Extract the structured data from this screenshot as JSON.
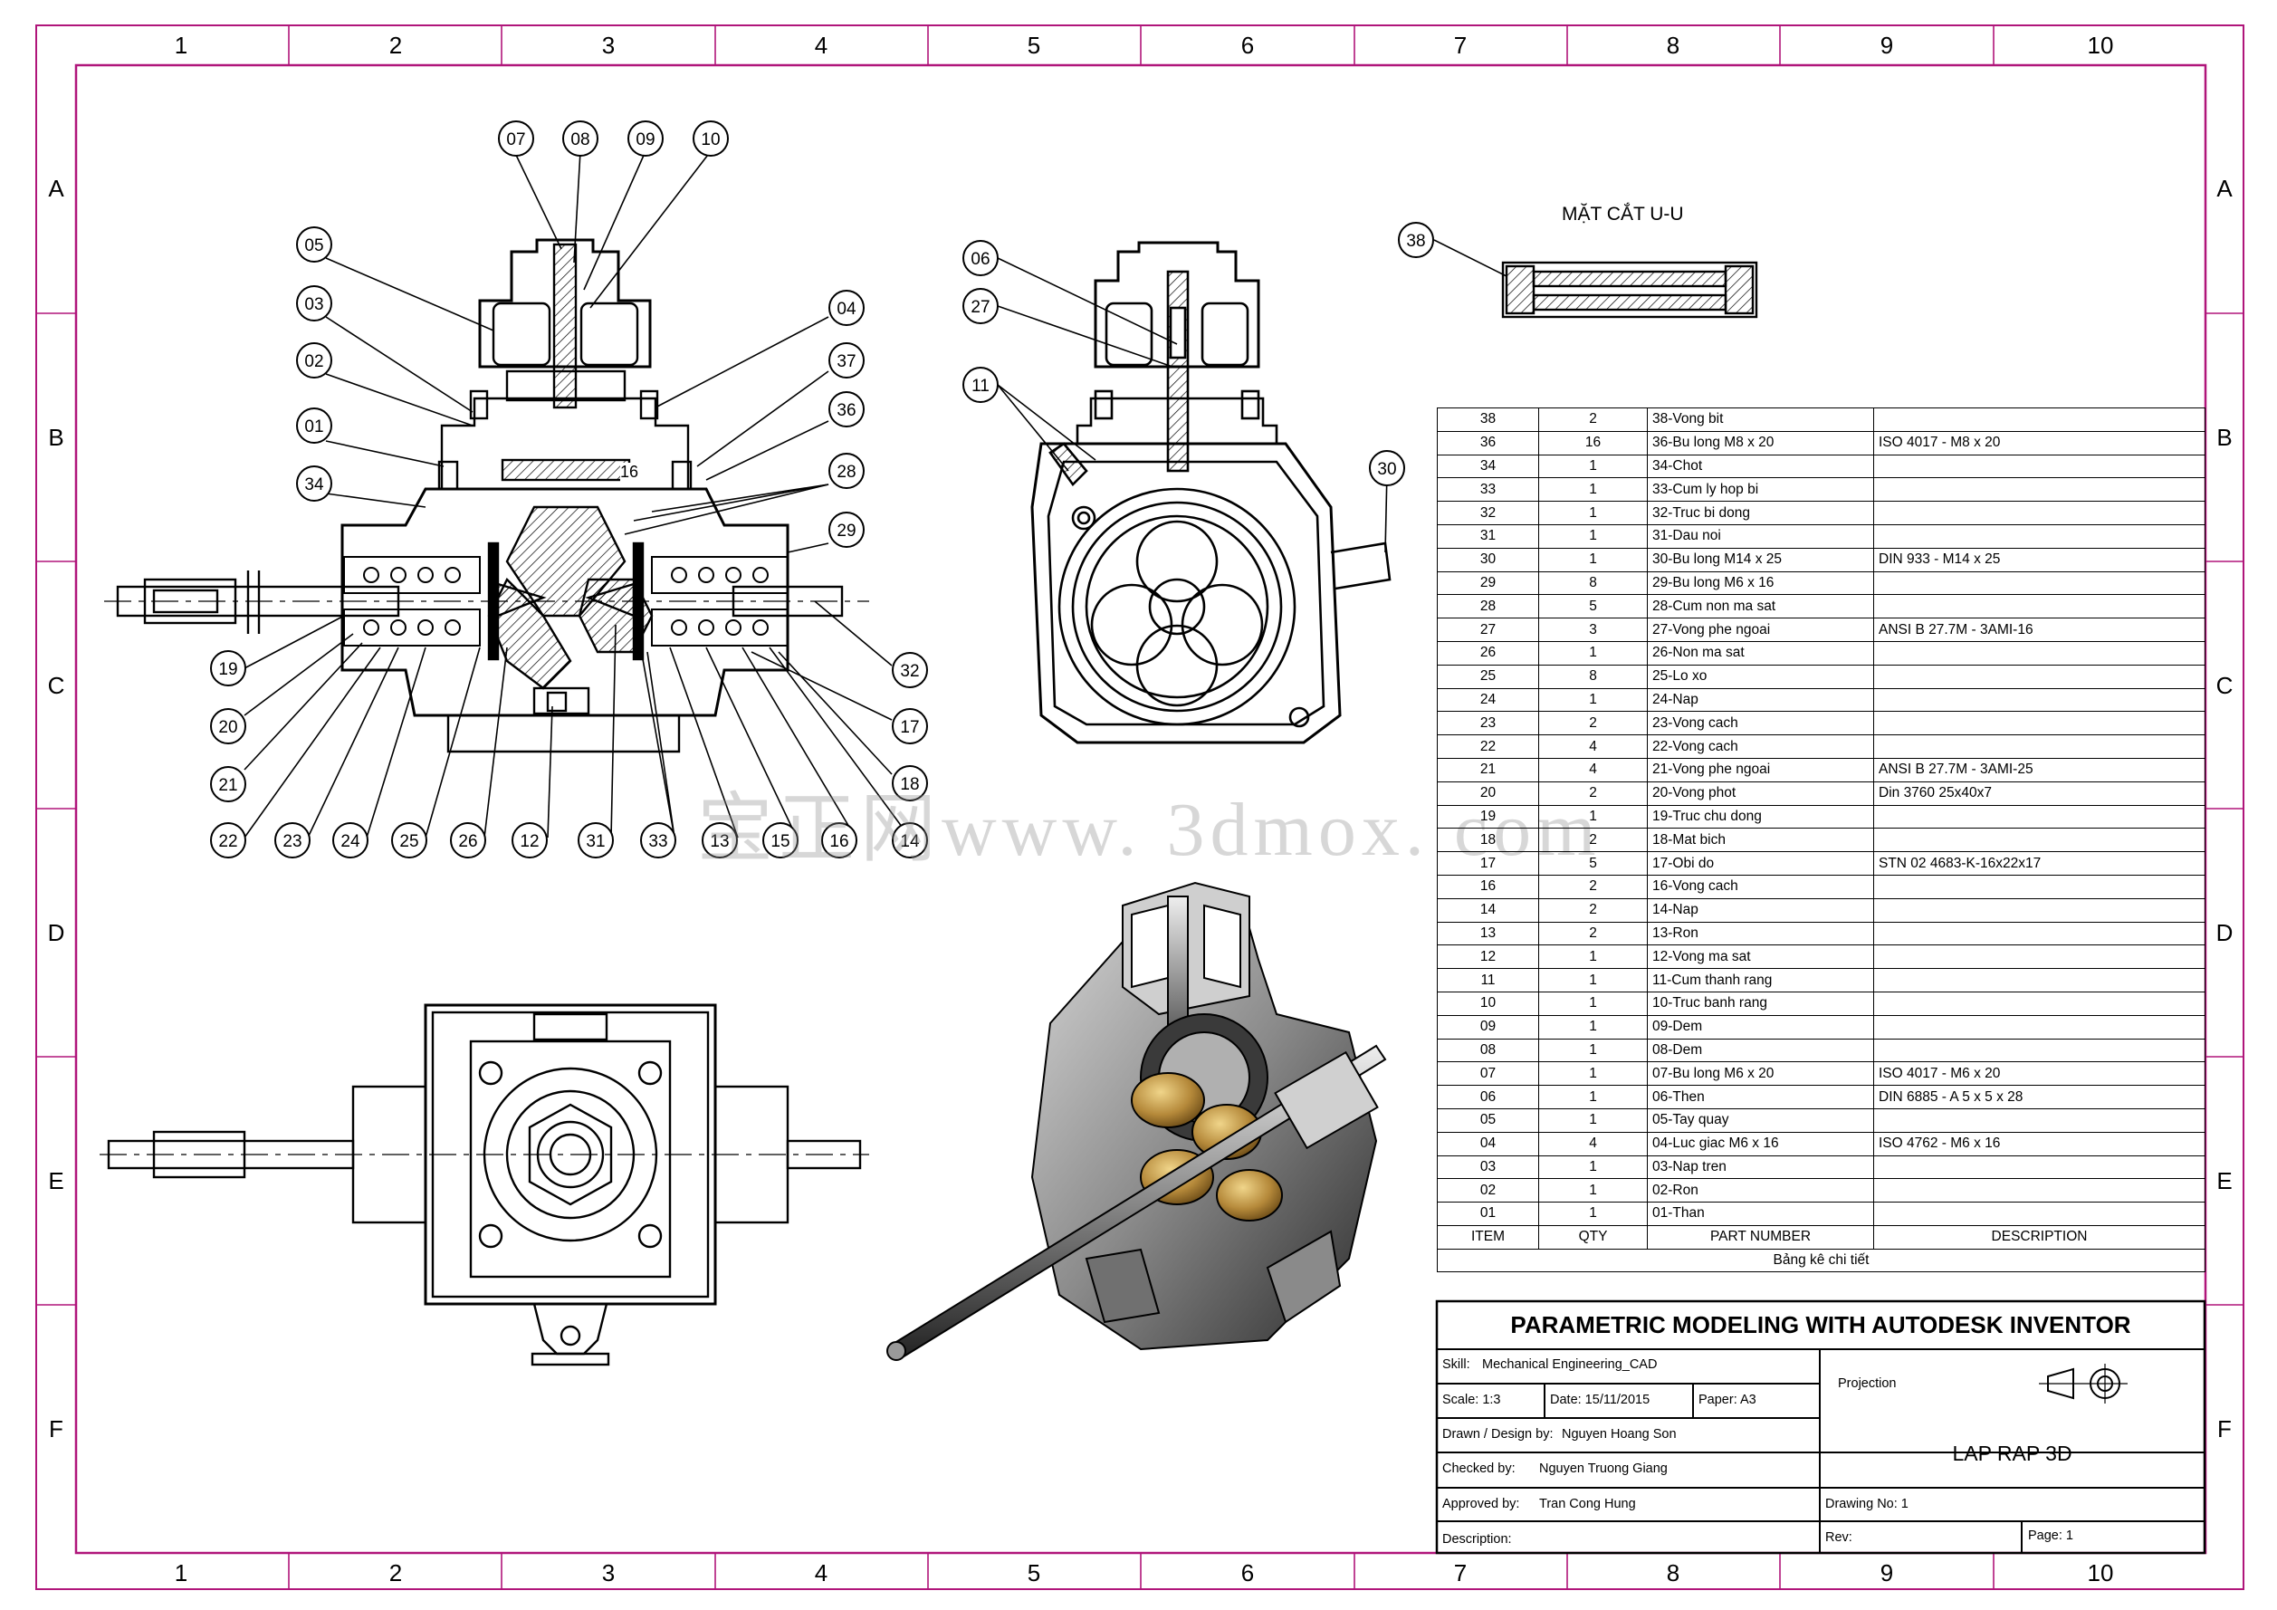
{
  "border": {
    "columns": [
      "1",
      "2",
      "3",
      "4",
      "5",
      "6",
      "7",
      "8",
      "9",
      "10"
    ],
    "rows": [
      "A",
      "B",
      "C",
      "D",
      "E",
      "F"
    ]
  },
  "section_view": {
    "title": "MẶT CẮT U-U",
    "callout": "38"
  },
  "front_view": {
    "callouts_top": [
      "07",
      "08",
      "09",
      "10"
    ],
    "callouts_left": [
      "05",
      "03",
      "02",
      "01",
      "34",
      "19",
      "20",
      "21"
    ],
    "callouts_right": [
      "04",
      "37",
      "36",
      "28",
      "29",
      "32",
      "17",
      "18"
    ],
    "callouts_bottom": [
      "22",
      "23",
      "24",
      "25",
      "26",
      "12",
      "31",
      "33",
      "13",
      "15",
      "16",
      "14"
    ],
    "inline_label": "16"
  },
  "side_view": {
    "callouts": [
      "06",
      "27",
      "11",
      "30"
    ]
  },
  "bom": {
    "rows": [
      {
        "item": "38",
        "qty": "2",
        "part": "38-Vong bit",
        "desc": ""
      },
      {
        "item": "36",
        "qty": "16",
        "part": "36-Bu long M8 x 20",
        "desc": "ISO 4017 - M8 x 20"
      },
      {
        "item": "34",
        "qty": "1",
        "part": "34-Chot",
        "desc": ""
      },
      {
        "item": "33",
        "qty": "1",
        "part": "33-Cum ly hop bi",
        "desc": ""
      },
      {
        "item": "32",
        "qty": "1",
        "part": "32-Truc bi dong",
        "desc": ""
      },
      {
        "item": "31",
        "qty": "1",
        "part": "31-Dau noi",
        "desc": ""
      },
      {
        "item": "30",
        "qty": "1",
        "part": "30-Bu long M14  x 25",
        "desc": "DIN 933 - M14  x 25"
      },
      {
        "item": "29",
        "qty": "8",
        "part": "29-Bu long M6 x 16",
        "desc": ""
      },
      {
        "item": "28",
        "qty": "5",
        "part": "28-Cum non ma sat",
        "desc": ""
      },
      {
        "item": "27",
        "qty": "3",
        "part": "27-Vong phe ngoai",
        "desc": "ANSI B 27.7M - 3AMI-16"
      },
      {
        "item": "26",
        "qty": "1",
        "part": "26-Non ma sat",
        "desc": ""
      },
      {
        "item": "25",
        "qty": "8",
        "part": "25-Lo xo",
        "desc": ""
      },
      {
        "item": "24",
        "qty": "1",
        "part": "24-Nap",
        "desc": ""
      },
      {
        "item": "23",
        "qty": "2",
        "part": "23-Vong cach",
        "desc": ""
      },
      {
        "item": "22",
        "qty": "4",
        "part": "22-Vong cach",
        "desc": ""
      },
      {
        "item": "21",
        "qty": "4",
        "part": "21-Vong phe ngoai",
        "desc": "ANSI B 27.7M - 3AMI-25"
      },
      {
        "item": "20",
        "qty": "2",
        "part": "20-Vong phot",
        "desc": "Din 3760 25x40x7"
      },
      {
        "item": "19",
        "qty": "1",
        "part": "19-Truc chu dong",
        "desc": ""
      },
      {
        "item": "18",
        "qty": "2",
        "part": "18-Mat bich",
        "desc": ""
      },
      {
        "item": "17",
        "qty": "5",
        "part": "17-Obi do",
        "desc": "STN 02 4683-K-16x22x17"
      },
      {
        "item": "16",
        "qty": "2",
        "part": "16-Vong cach",
        "desc": ""
      },
      {
        "item": "14",
        "qty": "2",
        "part": "14-Nap",
        "desc": ""
      },
      {
        "item": "13",
        "qty": "2",
        "part": "13-Ron",
        "desc": ""
      },
      {
        "item": "12",
        "qty": "1",
        "part": "12-Vong ma sat",
        "desc": ""
      },
      {
        "item": "11",
        "qty": "1",
        "part": "11-Cum thanh rang",
        "desc": ""
      },
      {
        "item": "10",
        "qty": "1",
        "part": "10-Truc banh rang",
        "desc": ""
      },
      {
        "item": "09",
        "qty": "1",
        "part": "09-Dem",
        "desc": ""
      },
      {
        "item": "08",
        "qty": "1",
        "part": "08-Dem",
        "desc": ""
      },
      {
        "item": "07",
        "qty": "1",
        "part": "07-Bu long M6 x 20",
        "desc": "ISO 4017 - M6 x 20"
      },
      {
        "item": "06",
        "qty": "1",
        "part": "06-Then",
        "desc": "DIN 6885 - A 5 x 5 x 28"
      },
      {
        "item": "05",
        "qty": "1",
        "part": "05-Tay quay",
        "desc": ""
      },
      {
        "item": "04",
        "qty": "4",
        "part": "04-Luc giac M6 x 16",
        "desc": "ISO 4762 - M6 x 16"
      },
      {
        "item": "03",
        "qty": "1",
        "part": "03-Nap tren",
        "desc": ""
      },
      {
        "item": "02",
        "qty": "1",
        "part": "02-Ron",
        "desc": ""
      },
      {
        "item": "01",
        "qty": "1",
        "part": "01-Than",
        "desc": ""
      }
    ],
    "header": {
      "item": "ITEM",
      "qty": "QTY",
      "part": "PART NUMBER",
      "desc": "DESCRIPTION"
    },
    "caption": "Bảng kê chi tiết"
  },
  "title_block": {
    "title": "PARAMETRIC MODELING WITH AUTODESK INVENTOR",
    "skill_label": "Skill:",
    "skill": "Mechanical Engineering_CAD",
    "scale": "Scale: 1:3",
    "date": "Date: 15/11/2015",
    "paper": "Paper: A3",
    "drawn_label": "Drawn / Design by:",
    "drawn": "Nguyen Hoang Son",
    "checked_label": "Checked by:",
    "checked": "Nguyen Truong Giang",
    "approved_label": "Approved by:",
    "approved": "Tran Cong Hung",
    "description_label": "Description:",
    "projection_label": "Projection",
    "drawing_name": "LAP RAP 3D",
    "drawing_no": "Drawing No: 1",
    "rev": "Rev:",
    "page": "Page: 1"
  },
  "watermark": "宝正网www. 3dmox. com",
  "colors": {
    "border": "#b0157a",
    "line": "#000000",
    "brass": "#b5893a"
  }
}
